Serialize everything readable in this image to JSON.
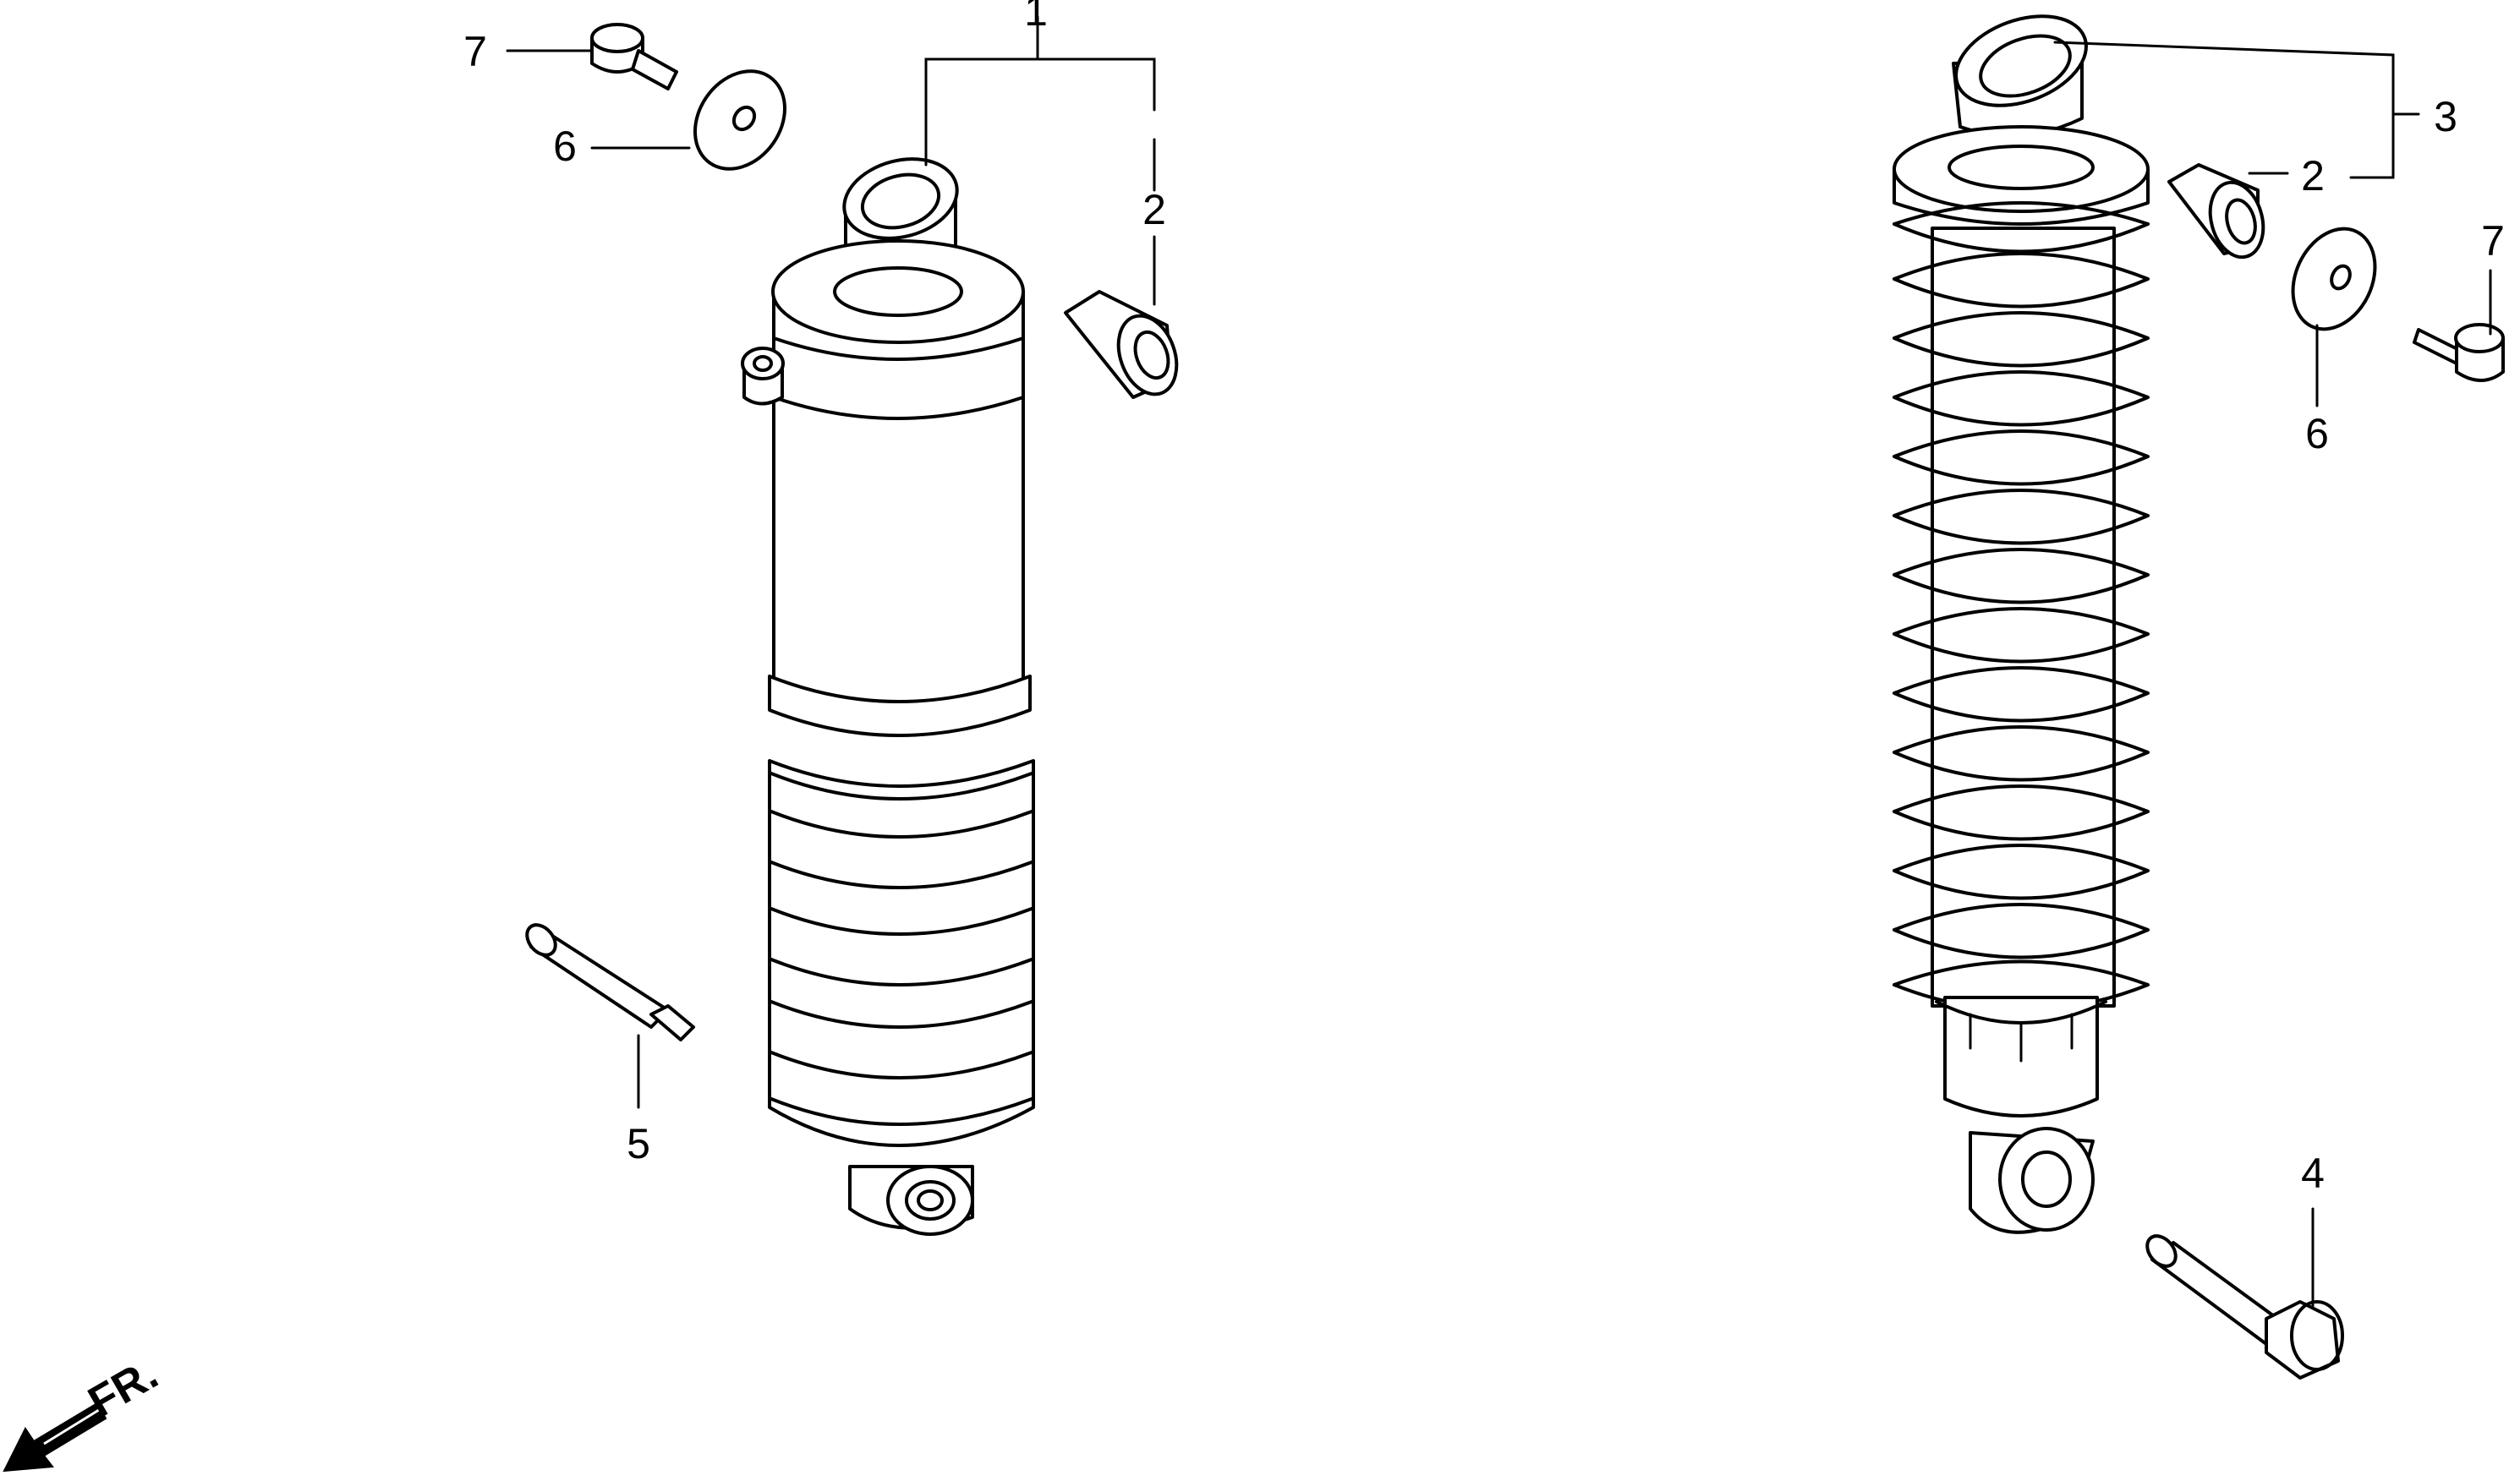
{
  "callouts": {
    "left_1": "1",
    "left_2": "2",
    "left_5": "5",
    "left_6": "6",
    "left_7": "7",
    "right_2": "2",
    "right_3": "3",
    "right_4": "4",
    "right_6": "6",
    "right_7": "7"
  },
  "direction": {
    "label": "FR."
  }
}
